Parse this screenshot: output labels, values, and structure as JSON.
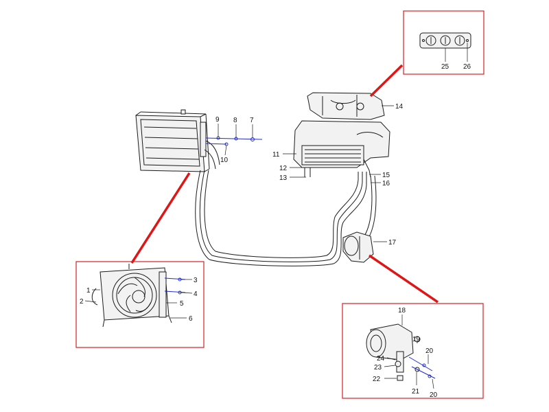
{
  "diagram": {
    "colors": {
      "line": "#1a1a1a",
      "callout_box": "#d42020",
      "pointer": "#e01515",
      "bolt": "#1f2bd0",
      "background": "#ffffff"
    },
    "labels": {
      "p1": "1",
      "p2": "2",
      "p3": "3",
      "p4": "4",
      "p5": "5",
      "p6": "6",
      "p7": "7",
      "p8": "8",
      "p9": "9",
      "p10": "10",
      "p11": "11",
      "p12": "12",
      "p13": "13",
      "p14": "14",
      "p15": "15",
      "p16": "16",
      "p17": "17",
      "p18": "18",
      "p19": "19",
      "p20a": "20",
      "p20b": "20",
      "p21": "21",
      "p22": "22",
      "p23": "23",
      "p24": "24",
      "p25": "25",
      "p26": "26"
    },
    "callouts": [
      {
        "name": "control-panel-detail",
        "parts": [
          "25",
          "26"
        ]
      },
      {
        "name": "condenser-fan-detail",
        "parts": [
          "1",
          "2",
          "3",
          "4",
          "5",
          "6"
        ]
      },
      {
        "name": "compressor-detail",
        "parts": [
          "18",
          "19",
          "20",
          "21",
          "22",
          "23",
          "24"
        ]
      }
    ]
  }
}
